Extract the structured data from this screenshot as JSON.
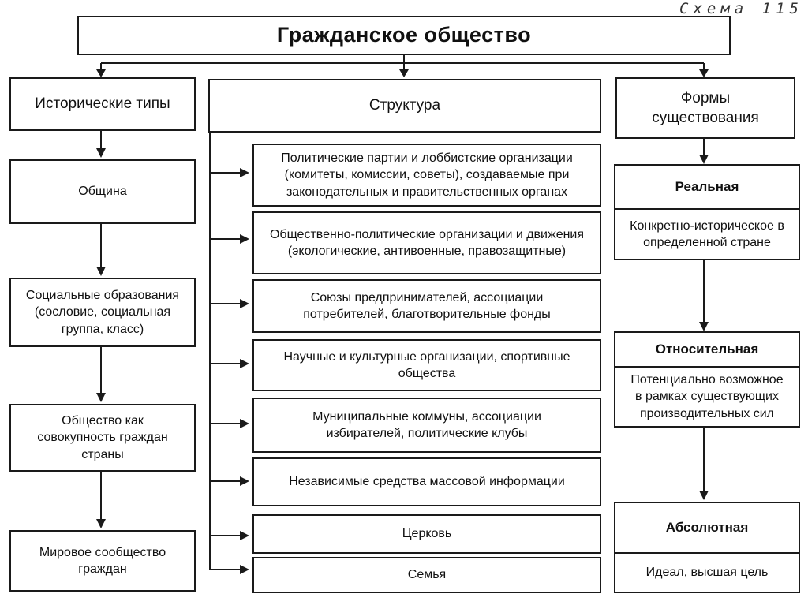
{
  "caption": "Схема 115",
  "title": "Гражданское общество",
  "columns": {
    "historical": {
      "header": "Исторические типы",
      "items": [
        "Община",
        "Социальные образования (сословие, социальная группа, класс)",
        "Общество как совокупность граждан страны",
        "Мировое сообщество граждан"
      ]
    },
    "structure": {
      "header": "Структура",
      "items": [
        "Политические партии и лоббистские организации (комитеты, комиссии, советы), создаваемые при законодательных и правительственных органах",
        "Общественно-политические организации и движения (экологические, антивоенные, правозащитные)",
        "Союзы предпринимателей, ассоциации потребителей, благотворительные фонды",
        "Научные и культурные организации, спортивные общества",
        "Муниципальные коммуны, ассоциации избирателей, политические клубы",
        "Независимые средства массовой информации",
        "Церковь",
        "Семья"
      ]
    },
    "forms": {
      "header": "Формы существования",
      "items": [
        {
          "title": "Реальная",
          "text": "Конкретно-историческое в определенной стране"
        },
        {
          "title": "Относительная",
          "text": "Потенциально возможное в рамках существующих производительных сил"
        },
        {
          "title": "Абсолютная",
          "text": "Идеал, высшая цель"
        }
      ]
    }
  }
}
